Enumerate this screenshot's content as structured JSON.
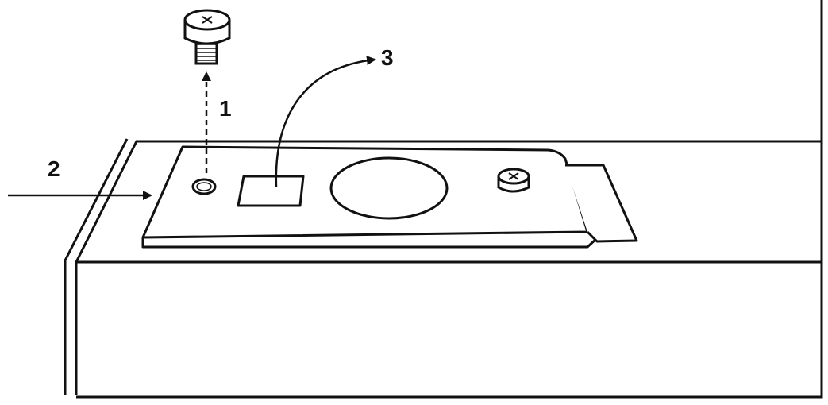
{
  "labels": {
    "step_1": "1",
    "step_2": "2",
    "step_3": "3"
  },
  "colors": {
    "line": "#111111",
    "background": "#ffffff"
  }
}
